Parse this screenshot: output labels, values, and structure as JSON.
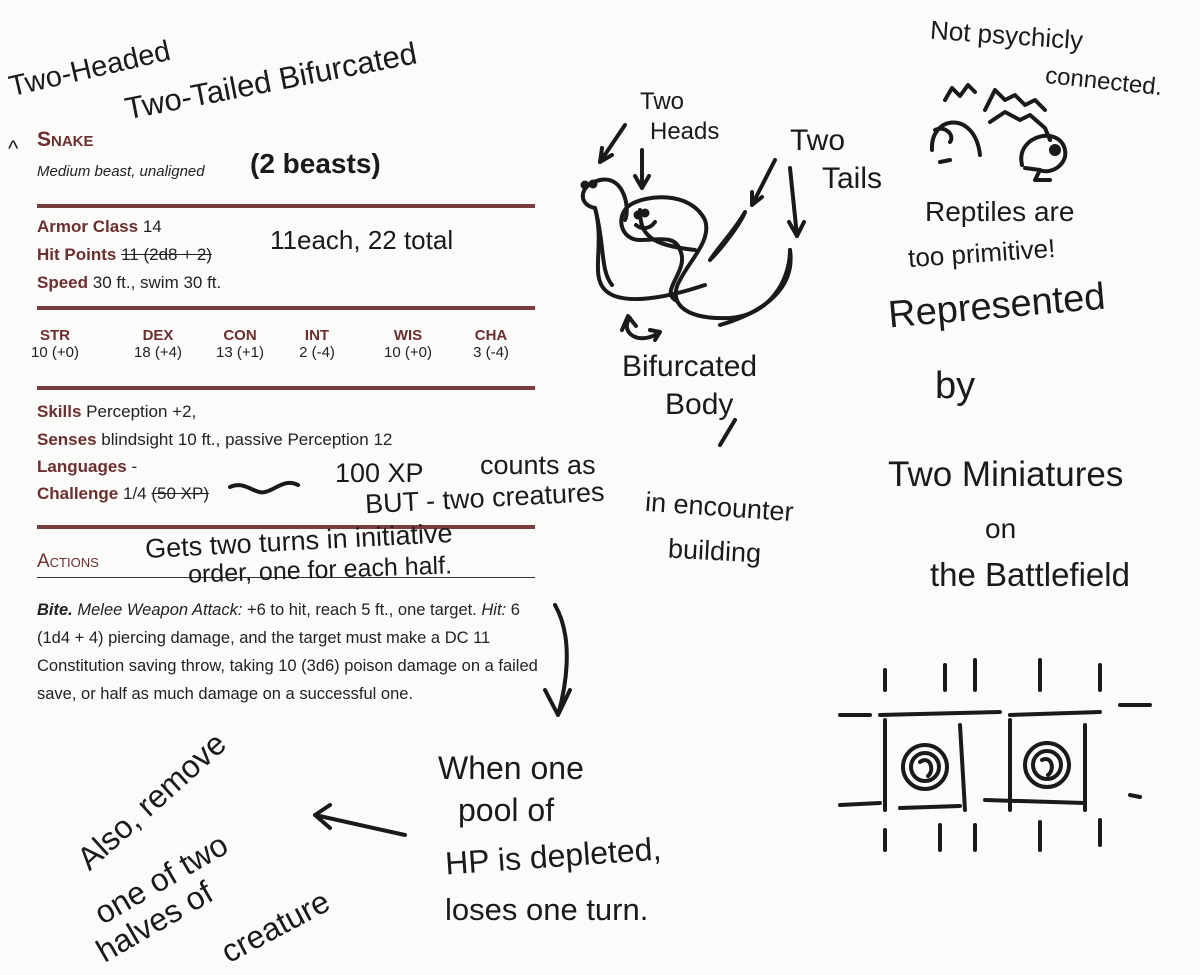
{
  "annotations_title": {
    "line1": "Two-Headed",
    "line2": "Two-Tailed Bifurcated",
    "caret": "^"
  },
  "statblock": {
    "name": "Snake",
    "type": "Medium beast, unaligned",
    "armor_class": {
      "label": "Armor Class",
      "value": "14"
    },
    "hit_points": {
      "label": "Hit Points",
      "value_struck": "11 (2d8 + 2)"
    },
    "speed": {
      "label": "Speed",
      "value": "30 ft., swim 30 ft."
    },
    "abilities": [
      {
        "name": "STR",
        "value": "10 (+0)"
      },
      {
        "name": "DEX",
        "value": "18 (+4)"
      },
      {
        "name": "CON",
        "value": "13 (+1)"
      },
      {
        "name": "INT",
        "value": "2 (-4)"
      },
      {
        "name": "WIS",
        "value": "10 (+0)"
      },
      {
        "name": "CHA",
        "value": "3 (-4)"
      }
    ],
    "skills": {
      "label": "Skills",
      "value": "Perception +2,"
    },
    "senses": {
      "label": "Senses",
      "value": "blindsight 10 ft., passive Perception 12"
    },
    "languages": {
      "label": "Languages",
      "value": "-"
    },
    "challenge": {
      "label": "Challenge",
      "value": "1/4",
      "value_struck": "(50 XP)"
    },
    "actions_heading": "Actions",
    "bite": {
      "name": "Bite.",
      "attack_type": "Melee Weapon Attack:",
      "text1": " +6 to hit, reach 5 ft., one target. ",
      "hit_label": "Hit:",
      "text2": " 6 (1d4 + 4) piercing damage, and the target must make a DC 11 Constitution saving throw, taking 10 (3d6) poison damage on a failed save, or half as much damage on a successful one."
    }
  },
  "notes": {
    "two_beasts": "(2 beasts)",
    "hp_note": "11each, 22 total",
    "xp_note": "100 XP",
    "counts_as": "counts as",
    "but_note": "BUT - two creatures",
    "in_encounter": "in encounter",
    "building": "building",
    "initiative_line1": "Gets two turns in initiative",
    "initiative_line2": "order, one for each half.",
    "two_heads": [
      "Two",
      "Heads"
    ],
    "two_tails": [
      "Two",
      "Tails"
    ],
    "bifurcated_body": [
      "Bifurcated",
      "Body"
    ],
    "not_psychic": [
      "Not psychicly",
      "connected."
    ],
    "reptiles": [
      "Reptiles are",
      "too primitive!"
    ],
    "represented": [
      "Represented",
      "by",
      "Two Miniatures",
      "on",
      "the Battlefield"
    ],
    "when_depleted": [
      "When one",
      "pool of",
      "HP is depleted,",
      "loses one turn."
    ],
    "also_remove": [
      "Also, remove",
      "one of two",
      "halves of",
      "creature"
    ]
  }
}
